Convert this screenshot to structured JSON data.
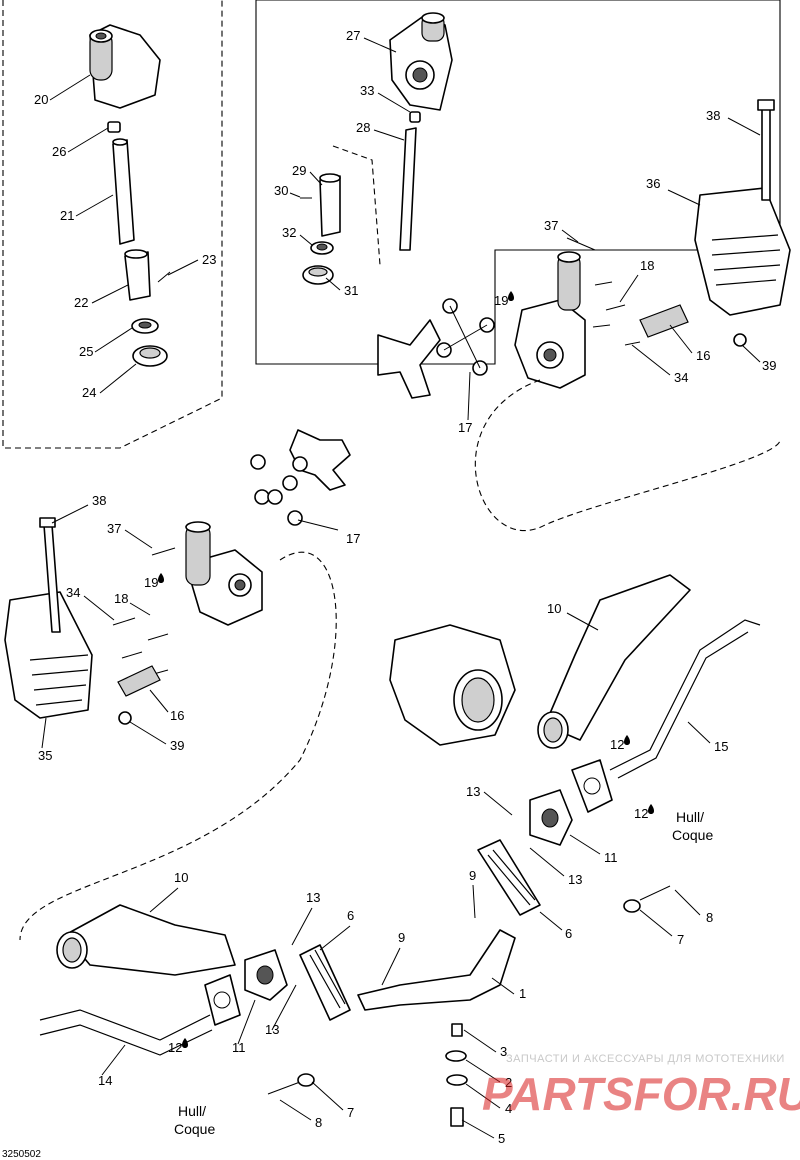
{
  "diagram": {
    "code": "3250502",
    "watermark": {
      "line1": "ЗАПЧАСТИ И АКСЕССУАРЫ ДЛЯ МОТОТЕХНИКИ",
      "line2": "PARTSFOR.RU"
    },
    "hull_note": {
      "line1": "Hull/",
      "line2": "Coque"
    },
    "callouts": [
      {
        "id": "c20",
        "text": "20"
      },
      {
        "id": "c26",
        "text": "26"
      },
      {
        "id": "c21",
        "text": "21"
      },
      {
        "id": "c22",
        "text": "22"
      },
      {
        "id": "c23",
        "text": "23"
      },
      {
        "id": "c25",
        "text": "25"
      },
      {
        "id": "c24",
        "text": "24"
      },
      {
        "id": "c27",
        "text": "27"
      },
      {
        "id": "c33",
        "text": "33"
      },
      {
        "id": "c28",
        "text": "28"
      },
      {
        "id": "c29",
        "text": "29"
      },
      {
        "id": "c30",
        "text": "30"
      },
      {
        "id": "c32",
        "text": "32"
      },
      {
        "id": "c31",
        "text": "31"
      },
      {
        "id": "c38a",
        "text": "38"
      },
      {
        "id": "c36",
        "text": "36"
      },
      {
        "id": "c37a",
        "text": "37"
      },
      {
        "id": "c18a",
        "text": "18"
      },
      {
        "id": "c19a",
        "text": "19"
      },
      {
        "id": "c16a",
        "text": "16"
      },
      {
        "id": "c34a",
        "text": "34"
      },
      {
        "id": "c39a",
        "text": "39"
      },
      {
        "id": "c17a",
        "text": "17"
      },
      {
        "id": "c17b",
        "text": "17"
      },
      {
        "id": "c38b",
        "text": "38"
      },
      {
        "id": "c37b",
        "text": "37"
      },
      {
        "id": "c19b",
        "text": "19"
      },
      {
        "id": "c34b",
        "text": "34"
      },
      {
        "id": "c18b",
        "text": "18"
      },
      {
        "id": "c16b",
        "text": "16"
      },
      {
        "id": "c39b",
        "text": "39"
      },
      {
        "id": "c35",
        "text": "35"
      },
      {
        "id": "c10a",
        "text": "10"
      },
      {
        "id": "c12a",
        "text": "12"
      },
      {
        "id": "c15",
        "text": "15"
      },
      {
        "id": "c13a",
        "text": "13"
      },
      {
        "id": "c12b",
        "text": "12"
      },
      {
        "id": "c11a",
        "text": "11"
      },
      {
        "id": "c13b",
        "text": "13"
      },
      {
        "id": "c10b",
        "text": "10"
      },
      {
        "id": "c9a",
        "text": "9"
      },
      {
        "id": "c8a",
        "text": "8"
      },
      {
        "id": "c6a",
        "text": "6"
      },
      {
        "id": "c7a",
        "text": "7"
      },
      {
        "id": "c13c",
        "text": "13"
      },
      {
        "id": "c6b",
        "text": "6"
      },
      {
        "id": "c9b",
        "text": "9"
      },
      {
        "id": "c1",
        "text": "1"
      },
      {
        "id": "c13d",
        "text": "13"
      },
      {
        "id": "c11b",
        "text": "11"
      },
      {
        "id": "c12c",
        "text": "12"
      },
      {
        "id": "c14",
        "text": "14"
      },
      {
        "id": "c3",
        "text": "3"
      },
      {
        "id": "c2",
        "text": "2"
      },
      {
        "id": "c4",
        "text": "4"
      },
      {
        "id": "c7b",
        "text": "7"
      },
      {
        "id": "c8b",
        "text": "8"
      },
      {
        "id": "c5",
        "text": "5"
      }
    ]
  }
}
